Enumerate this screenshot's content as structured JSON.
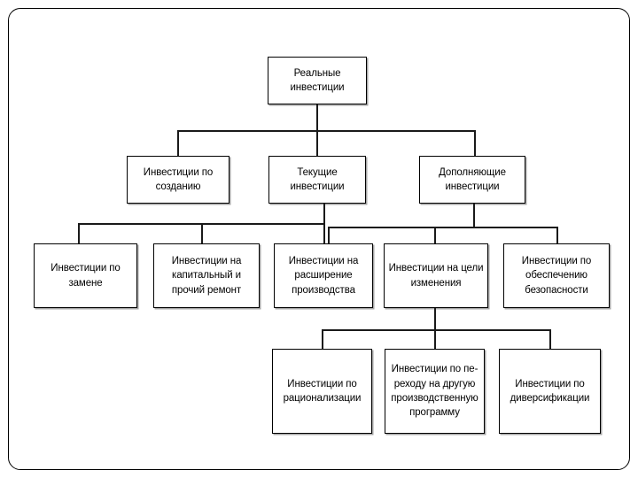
{
  "diagram": {
    "title": "Реальные инвестиции",
    "type": "hierarchy-tree",
    "language": "ru",
    "colors": {
      "box_border": "#000000",
      "box_fill": "#ffffff",
      "connector": "#1a1a1a",
      "frame": "#000000",
      "text": "#000000"
    },
    "levels": [
      {
        "level": 1,
        "nodes": [
          {
            "id": "root",
            "label": "Реальные\nинвестиции"
          }
        ]
      },
      {
        "level": 2,
        "nodes": [
          {
            "id": "l2-1",
            "label": "Инвестиции по\nсозданию"
          },
          {
            "id": "l2-2",
            "label": "Текущие\nинвестиции"
          },
          {
            "id": "l2-3",
            "label": "Дополняющие\nинвестиции"
          }
        ]
      },
      {
        "level": 3,
        "nodes": [
          {
            "id": "l3-1",
            "label": "Инвестиции по\nзамене"
          },
          {
            "id": "l3-2",
            "label": "Инвестиции на\nкапитальный и\nпрочий ремонт"
          },
          {
            "id": "l3-3",
            "label": "Инвестиции на\nрасширение\nпроизводства"
          },
          {
            "id": "l3-4",
            "label": "Инвестиции на цели\nизменения"
          },
          {
            "id": "l3-5",
            "label": "Инвестиции по\nобеспечению\nбезопасности"
          }
        ]
      },
      {
        "level": 4,
        "nodes": [
          {
            "id": "l4-1",
            "label": "Инвестиции по\nрационализации"
          },
          {
            "id": "l4-2",
            "label": "Инвестиции по пе-\nреходу на другую\nпроизводственную\nпрограмму"
          },
          {
            "id": "l4-3",
            "label": "Инвестиции по\nдиверсификации"
          }
        ]
      }
    ]
  }
}
